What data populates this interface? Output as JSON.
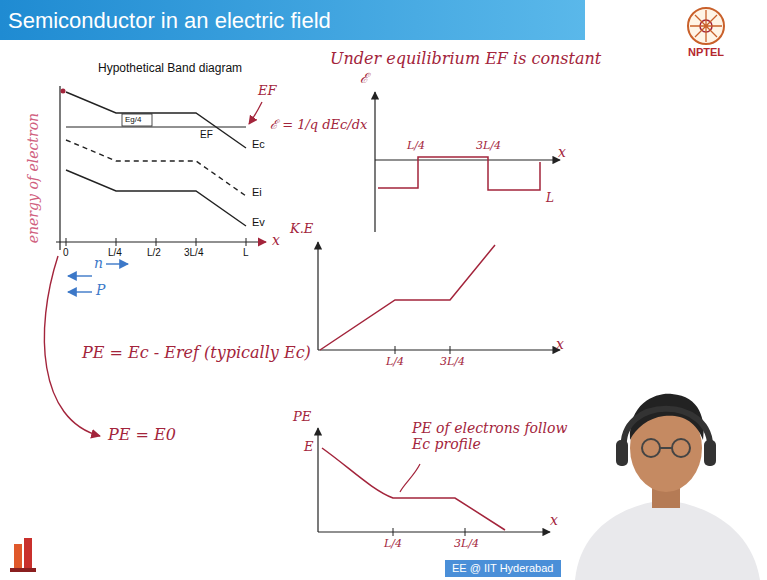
{
  "diagram": {
    "title": "Semiconductor in an electric field",
    "nodes": [
      {
        "text": [
          "EE @ IIT Hyderabad"
        ]
      }
    ],
    "labels": [
      "NPTEL",
      "Hypothetical Band diagram",
      "Eg/4",
      "EF",
      "EF",
      "Ec",
      "Ei",
      "Ev",
      "0",
      "L/4",
      "L/2",
      "3L/4",
      "L",
      "x",
      "energy of electron",
      "n",
      "P",
      "PE = Ec - Eref (typically Ec)",
      "PE = E0",
      "Under equilibrium EF is constant",
      "ℰ",
      "ℰ = 1/q dEc/dx",
      "L/4",
      "3L/4",
      "x",
      "L",
      "K.E",
      "L/4",
      "3L/4",
      "x",
      "PE",
      "E",
      "PE of electrons follow Ec profile",
      "L/4",
      "3L/4",
      "x"
    ]
  }
}
